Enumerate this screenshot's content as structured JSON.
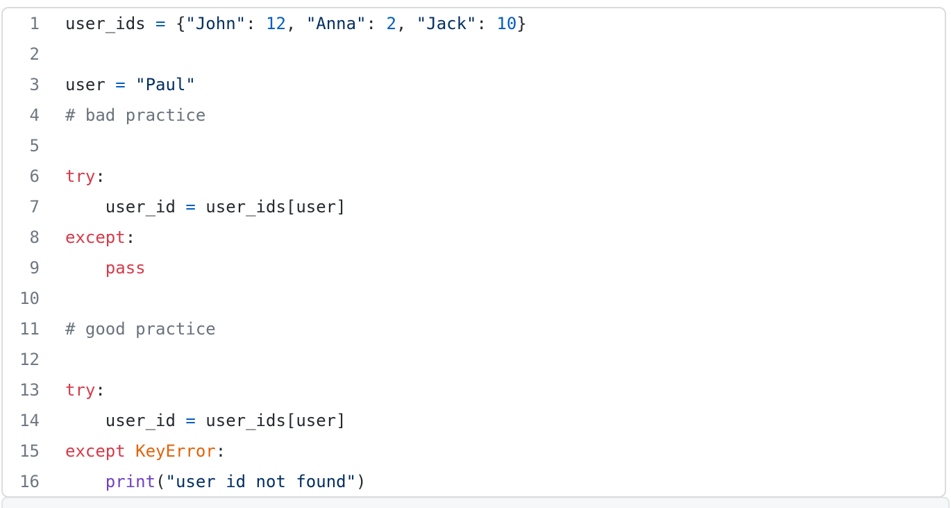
{
  "theme": {
    "page_background": "#ffffff",
    "card_background": "#ffffff",
    "card_border": "#d9dcdf",
    "strip_background": "#f6f7f8",
    "strip_border": "#e2e4e6"
  },
  "colors": {
    "plain": "#24292e",
    "keyword": "#d73a49",
    "string": "#032f62",
    "number": "#005cc5",
    "operator": "#005cc5",
    "comment": "#6a737d",
    "function": "#6f42c1",
    "type": "#e36209",
    "line_number": "#6e7781"
  },
  "code_block": {
    "language": "python",
    "lines": [
      {
        "number": "1",
        "tokens": [
          [
            "user_ids ",
            "plain"
          ],
          [
            "=",
            "operator"
          ],
          [
            " {",
            "plain"
          ],
          [
            "\"John\"",
            "string"
          ],
          [
            ": ",
            "plain"
          ],
          [
            "12",
            "number"
          ],
          [
            ", ",
            "plain"
          ],
          [
            "\"Anna\"",
            "string"
          ],
          [
            ": ",
            "plain"
          ],
          [
            "2",
            "number"
          ],
          [
            ", ",
            "plain"
          ],
          [
            "\"Jack\"",
            "string"
          ],
          [
            ": ",
            "plain"
          ],
          [
            "10",
            "number"
          ],
          [
            "}",
            "plain"
          ]
        ]
      },
      {
        "number": "2",
        "tokens": []
      },
      {
        "number": "3",
        "tokens": [
          [
            "user ",
            "plain"
          ],
          [
            "=",
            "operator"
          ],
          [
            " ",
            "plain"
          ],
          [
            "\"Paul\"",
            "string"
          ]
        ]
      },
      {
        "number": "4",
        "tokens": [
          [
            "# bad practice",
            "comment"
          ]
        ]
      },
      {
        "number": "5",
        "tokens": []
      },
      {
        "number": "6",
        "tokens": [
          [
            "try",
            "keyword"
          ],
          [
            ":",
            "plain"
          ]
        ]
      },
      {
        "number": "7",
        "tokens": [
          [
            "    user_id ",
            "plain"
          ],
          [
            "=",
            "operator"
          ],
          [
            " user_ids[user]",
            "plain"
          ]
        ]
      },
      {
        "number": "8",
        "tokens": [
          [
            "except",
            "keyword"
          ],
          [
            ":",
            "plain"
          ]
        ]
      },
      {
        "number": "9",
        "tokens": [
          [
            "    ",
            "plain"
          ],
          [
            "pass",
            "keyword"
          ]
        ]
      },
      {
        "number": "10",
        "tokens": []
      },
      {
        "number": "11",
        "tokens": [
          [
            "# good practice",
            "comment"
          ]
        ]
      },
      {
        "number": "12",
        "tokens": []
      },
      {
        "number": "13",
        "tokens": [
          [
            "try",
            "keyword"
          ],
          [
            ":",
            "plain"
          ]
        ]
      },
      {
        "number": "14",
        "tokens": [
          [
            "    user_id ",
            "plain"
          ],
          [
            "=",
            "operator"
          ],
          [
            " user_ids[user]",
            "plain"
          ]
        ]
      },
      {
        "number": "15",
        "tokens": [
          [
            "except ",
            "keyword"
          ],
          [
            "KeyError",
            "type"
          ],
          [
            ":",
            "plain"
          ]
        ]
      },
      {
        "number": "16",
        "tokens": [
          [
            "    ",
            "plain"
          ],
          [
            "print",
            "function"
          ],
          [
            "(",
            "plain"
          ],
          [
            "\"user id not found\"",
            "string"
          ],
          [
            ")",
            "plain"
          ]
        ]
      }
    ]
  }
}
